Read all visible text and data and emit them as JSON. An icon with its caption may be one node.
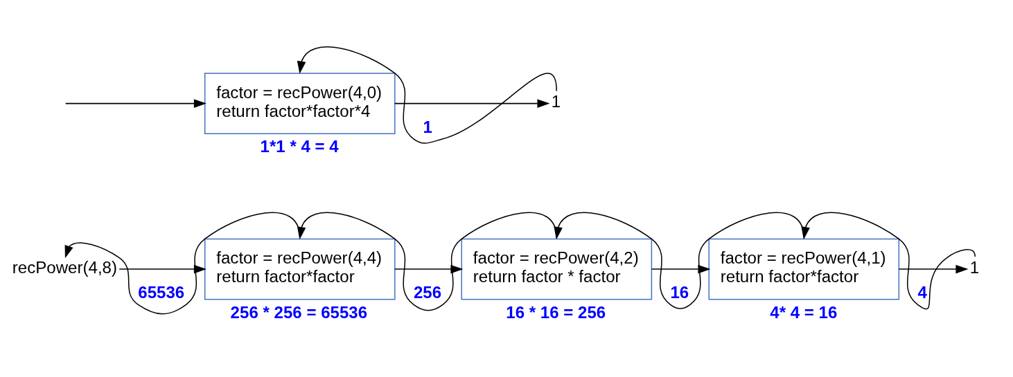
{
  "diagram": {
    "nodes": [
      {
        "text": [
          "recPower(4,8)"
        ]
      },
      {
        "text": [
          "factor = recPower(4,4)",
          "return factor*factor"
        ],
        "beside": [
          "256 * 256 = 65536"
        ]
      },
      {
        "text": [
          "factor = recPower(4,2)",
          "return factor * factor"
        ],
        "beside": [
          "16 * 16 = 256"
        ]
      },
      {
        "text": [
          "factor = recPower(4,1)",
          "return factor*factor"
        ],
        "beside": [
          "4* 4 = 16"
        ]
      },
      {
        "text": [
          "1"
        ]
      },
      {
        "text": [
          "factor = recPower(4,0)",
          "return factor*factor*4"
        ],
        "beside": [
          "1*1 * 4 = 4"
        ]
      },
      {
        "text": [
          "1"
        ]
      }
    ],
    "edges": [
      {
        "from": 0,
        "to": 1,
        "arrow": "to"
      },
      {
        "from": 1,
        "to": 2,
        "arrow": "to"
      },
      {
        "from": 2,
        "to": 3,
        "arrow": "to"
      },
      {
        "from": 3,
        "to": 4,
        "arrow": "to"
      },
      {
        "from": 1,
        "to": 0,
        "arrow": "to",
        "label": "65536"
      },
      {
        "from": 2,
        "to": 1,
        "arrow": "to",
        "label": "256"
      },
      {
        "from": 3,
        "to": 2,
        "arrow": "to",
        "label": "16"
      },
      {
        "from": 4,
        "to": 3,
        "arrow": "to",
        "label": "4"
      },
      {
        "from": null,
        "to": 5,
        "arrow": "to"
      },
      {
        "from": 5,
        "to": 6,
        "arrow": "to"
      },
      {
        "from": 6,
        "to": 5,
        "arrow": "to",
        "label": "1"
      }
    ]
  }
}
